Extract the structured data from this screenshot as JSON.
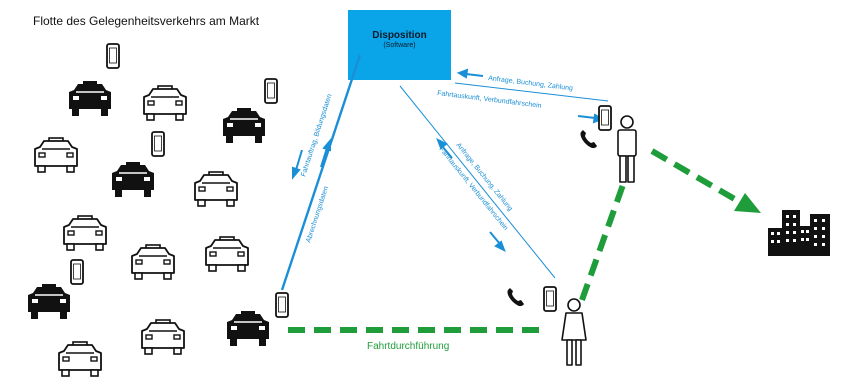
{
  "title": "Flotte des Gelegenheitsverkehrs am Markt",
  "dispatch": {
    "label": "Disposition",
    "sublabel": "(Software)"
  },
  "edge_labels": {
    "taxi_line_top": "Fahrtauftrag, Bildungsdaten",
    "taxi_line_bottom": "Abrechnungsdaten",
    "customer_request": "Anfrage, Buchung, Zahlung",
    "customer_response": "Fahrtauskunft, Verbundfahrschein",
    "traveler_request": "Anfrage, Buchung, Zahlung",
    "traveler_response": "Fahrtauskunft, Verbundfahrschein",
    "trip": "Fahrtdurchführung"
  },
  "colors": {
    "dispatch_box": "#0aa5e8",
    "data_line": "#1b8fd6",
    "trip_path": "#1f9d3a",
    "icons": "#111111"
  },
  "icons": [
    "taxi-icon",
    "smartphone-icon",
    "person-icon",
    "phone-handset-icon",
    "city-buildings-icon"
  ]
}
